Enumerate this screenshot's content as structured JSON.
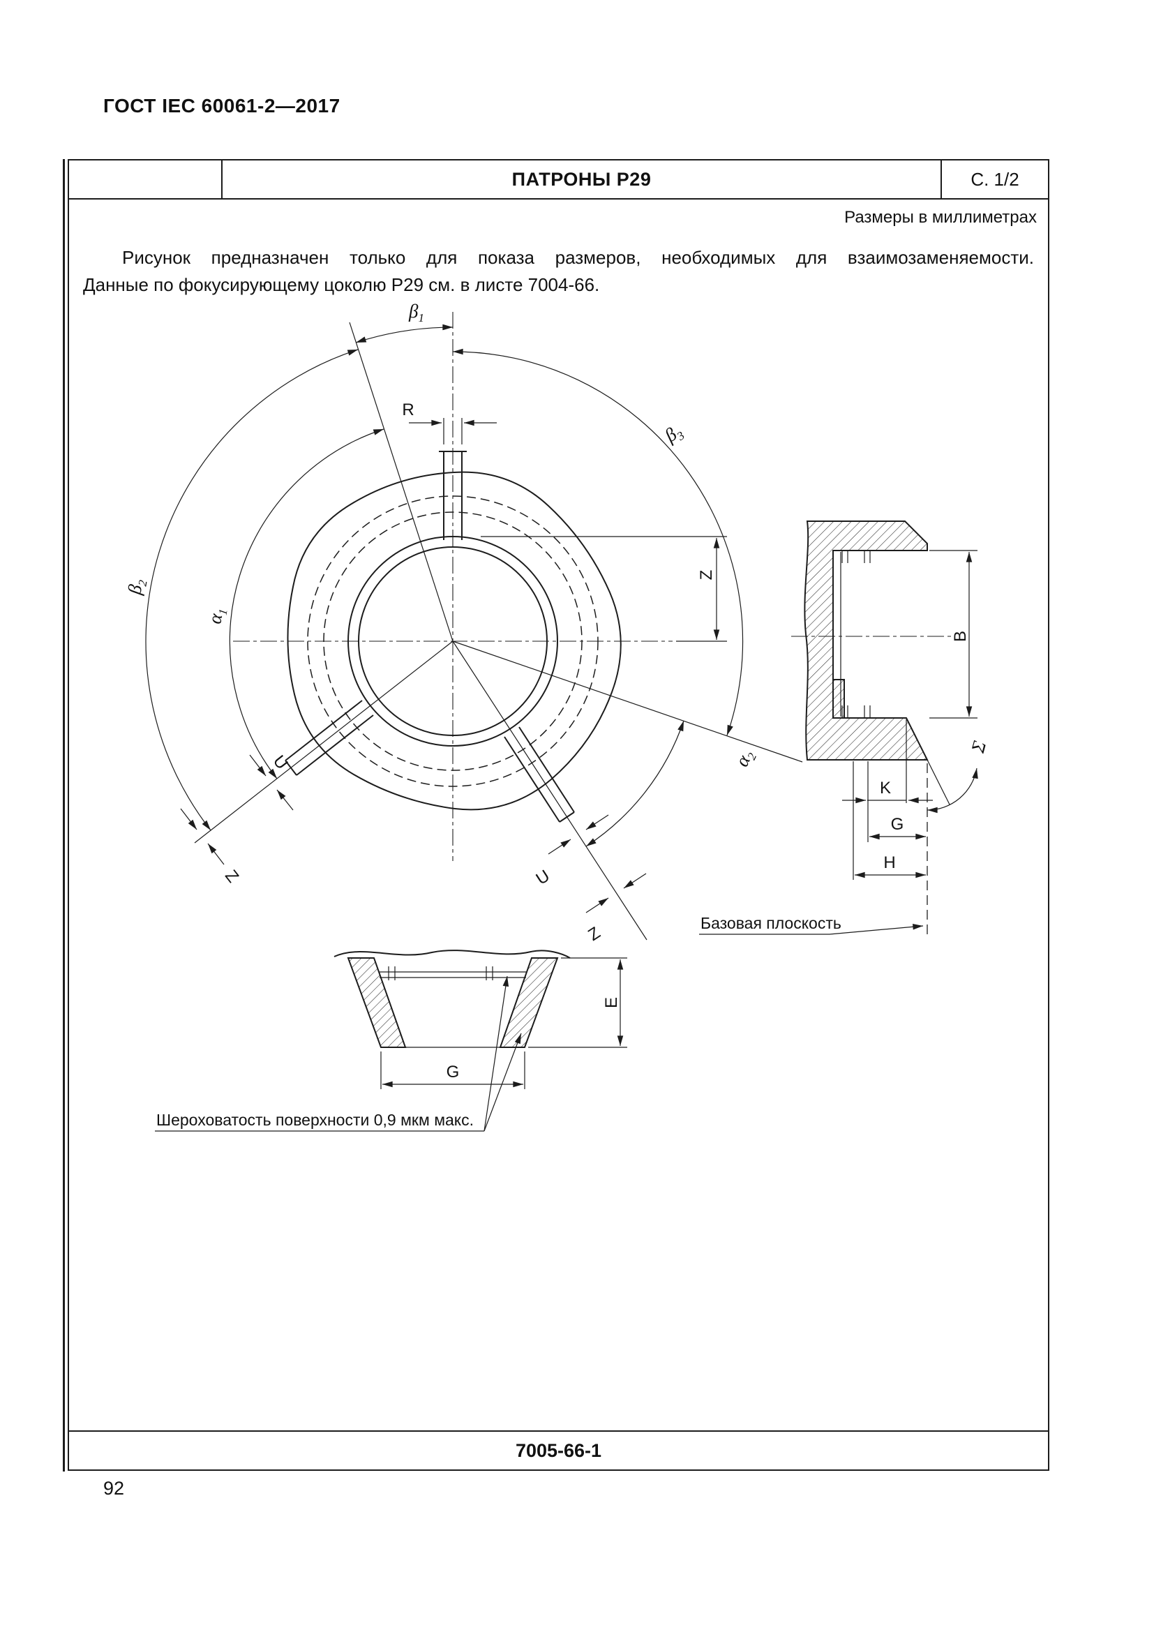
{
  "page": {
    "doc_number": "ГОСТ IEC 60061-2—2017",
    "page_number": "92"
  },
  "sheet": {
    "title": "ПАТРОНЫ Р29",
    "sheet_ref": "С. 1/2",
    "units_note": "Размеры в миллиметрах",
    "description_line1": "Рисунок предназначен только для показа размеров, необходимых для взаимозаменяемости.",
    "description_line2": "Данные по фокусирующему цоколю Р29 см. в листе 7004-66.",
    "sheet_number": "7005-66-1"
  },
  "drawing": {
    "angles": {
      "beta1_base": "β",
      "beta1_sub": "1",
      "beta2_base": "β",
      "beta2_sub": "2",
      "beta3_base": "β",
      "beta3_sub": "3",
      "alpha1_base": "α",
      "alpha1_sub": "1",
      "alpha2_base": "α",
      "alpha2_sub": "2",
      "sigma": "Σ"
    },
    "dims": {
      "r": "R",
      "z": "Z",
      "u": "U",
      "b": "B",
      "k": "K",
      "g": "G",
      "h": "H",
      "e": "E"
    },
    "notes": {
      "base_plane": "Базовая плоскость",
      "roughness": "Шероховатость поверхности 0,9 мкм макс."
    }
  }
}
